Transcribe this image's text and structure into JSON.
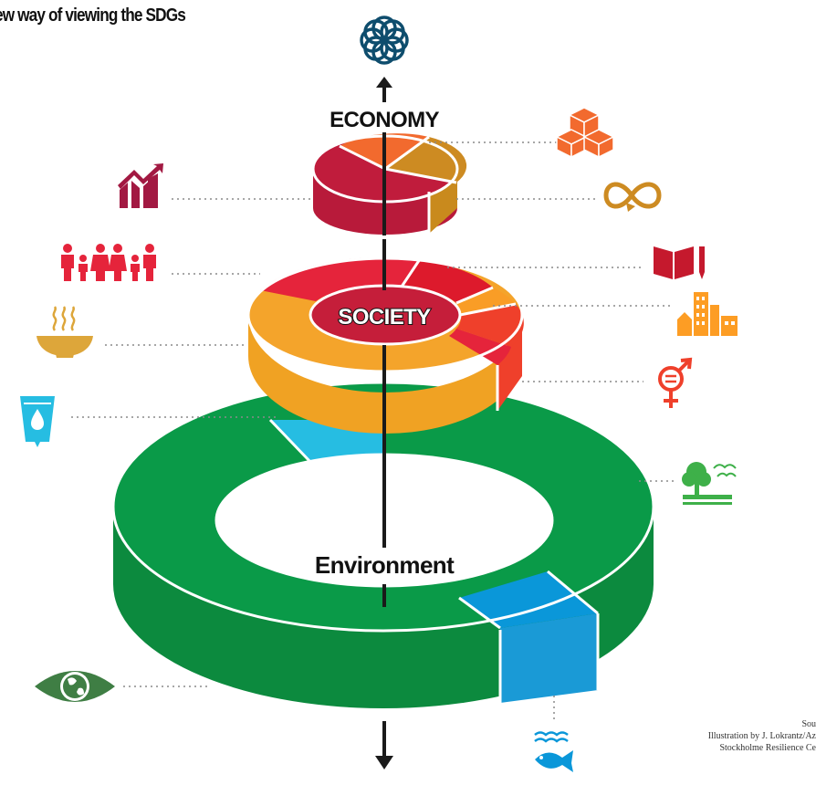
{
  "title": "ew way of viewing the SDGs",
  "labels": {
    "economy": "ECONOMY",
    "society": "SOCIETY",
    "environment": "Environment"
  },
  "credit": {
    "line1": "Sou",
    "line2": "Illustration by J. Lokrantz/Az",
    "line3": "Stockholme Resilience Ce"
  },
  "colors": {
    "economy_main": "#c01c3c",
    "economy_orange": "#f26a2e",
    "economy_gold": "#cd8b22",
    "society_red": "#e5243b",
    "society_orange": "#f99d26",
    "society_yellow": "#f4a42b",
    "society_gender": "#ef402b",
    "environment_green": "#0a9a48",
    "environment_light_green": "#56c02b",
    "water_blue": "#26bde2",
    "ocean_blue": "#0a97d9",
    "climate_green": "#3f7e44"
  },
  "icons": {
    "top": "sdg-wheel-icon",
    "economy_left": "growth-chart-icon",
    "economy_right_top": "cubes-icon",
    "economy_right_bottom": "infinity-icon",
    "society_left_top": "family-icon",
    "society_left_bottom": "food-bowl-icon",
    "society_right_1": "book-pencil-icon",
    "society_right_2": "city-icon",
    "society_right_3": "gender-equality-icon",
    "water_left": "water-drop-glass-icon",
    "environment_right": "tree-birds-icon",
    "environment_left": "eye-globe-icon",
    "ocean": "fish-waves-icon"
  }
}
